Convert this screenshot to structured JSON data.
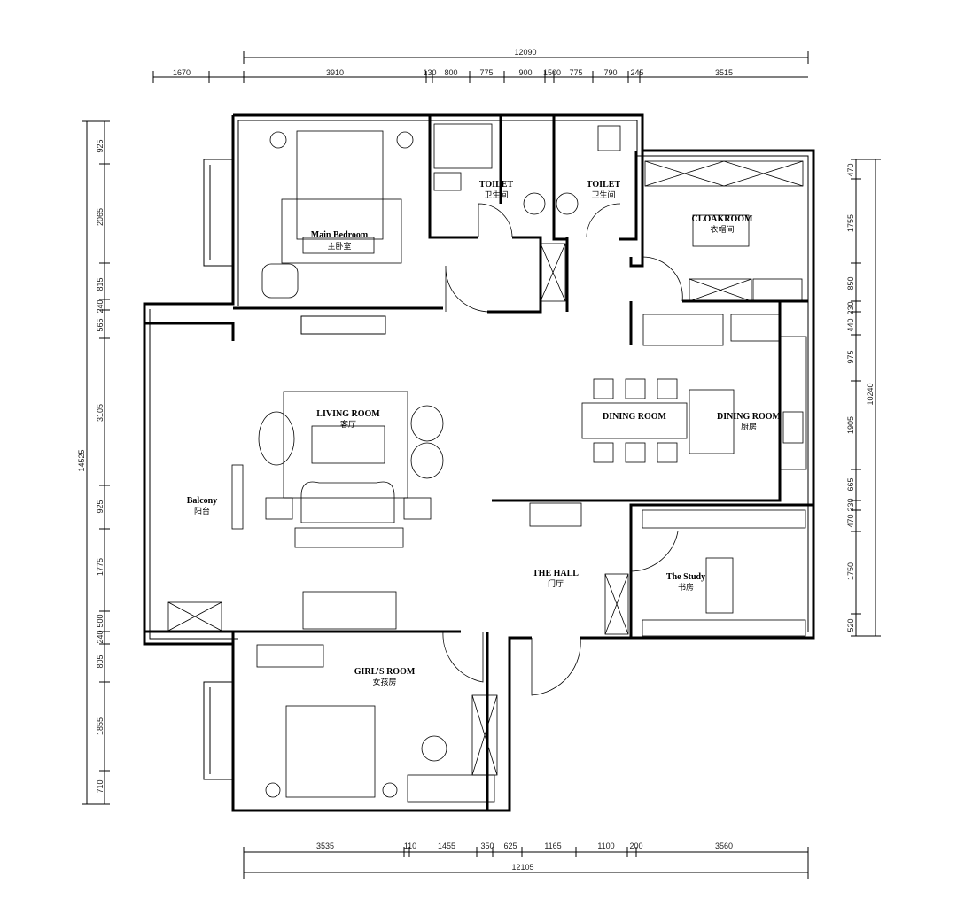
{
  "dimensions": {
    "top_total": "12090",
    "top": [
      "1670",
      "3910",
      "130",
      "800",
      "775",
      "900",
      "1500",
      "775",
      "790",
      "245",
      "3515"
    ],
    "left_total": "14525",
    "left": [
      "925",
      "2065",
      "815",
      "240",
      "565",
      "3105",
      "925",
      "1775",
      "500",
      "240",
      "805",
      "1855",
      "710"
    ],
    "right_total": "10240",
    "right": [
      "470",
      "1755",
      "850",
      "230",
      "440",
      "975",
      "1905",
      "665",
      "230",
      "470",
      "1750",
      "520"
    ],
    "bottom_total": "12105",
    "bottom": [
      "3535",
      "110",
      "1455",
      "350",
      "625",
      "1165",
      "1100",
      "200",
      "3560"
    ]
  },
  "rooms": {
    "main_bedroom": {
      "en": "Main Bedroom",
      "cn": "主卧室"
    },
    "toilet1": {
      "en": "TOILET",
      "cn": "卫生间"
    },
    "toilet2": {
      "en": "TOILET",
      "cn": "卫生间"
    },
    "cloakroom": {
      "en": "CLOAKROOM",
      "cn": "衣帽间"
    },
    "living": {
      "en": "LIVING ROOM",
      "cn": "客厅"
    },
    "dining": {
      "en": "DINING ROOM"
    },
    "kitchen": {
      "en": "DINING ROOM",
      "cn": "厨房"
    },
    "balcony": {
      "en": "Balcony",
      "cn": "阳台"
    },
    "hall": {
      "en": "THE HALL",
      "cn": "门厅"
    },
    "study": {
      "en": "The Study",
      "cn": "书房"
    },
    "girls": {
      "en": "GIRL'S ROOM",
      "cn": "女孩房"
    }
  }
}
